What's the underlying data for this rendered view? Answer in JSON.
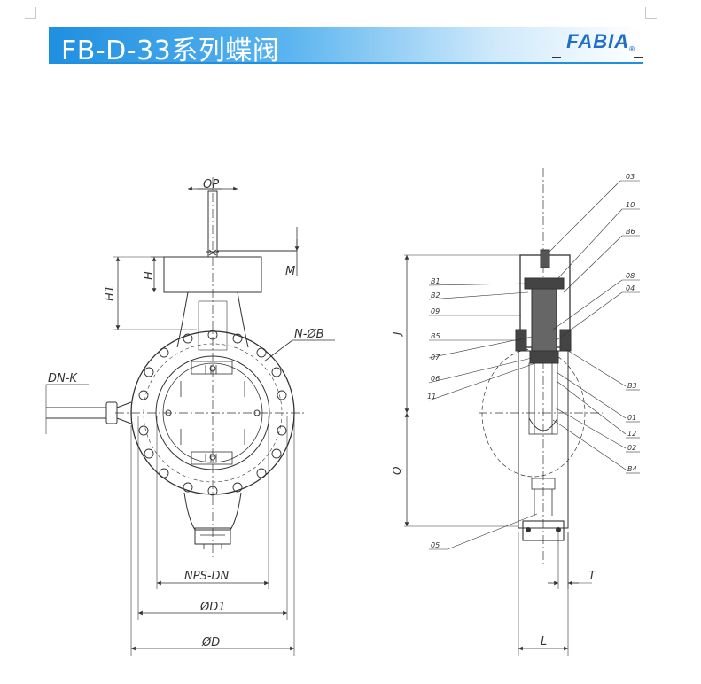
{
  "header": {
    "title": "FB-D-33系列蝶阀",
    "logo": "FABIA",
    "logo_mark": "®",
    "accent_color": "#1f8fe0"
  },
  "front_view": {
    "dimension_labels": {
      "op": "OP",
      "h": "H",
      "h1": "H1",
      "m": "M",
      "n_b": "N-ØB",
      "dn_k": "DN-K",
      "nps_dn": "NPS-DN",
      "d1": "ØD1",
      "d": "ØD"
    }
  },
  "side_view": {
    "dimension_labels": {
      "j": "J",
      "q": "Q",
      "t": "T",
      "l": "L"
    },
    "part_numbers_left": [
      "B1",
      "B2",
      "09",
      "B5",
      "07",
      "06",
      "11",
      "05"
    ],
    "part_numbers_right": [
      "03",
      "10",
      "B6",
      "08",
      "04",
      "B3",
      "01",
      "12",
      "02",
      "B4"
    ]
  }
}
